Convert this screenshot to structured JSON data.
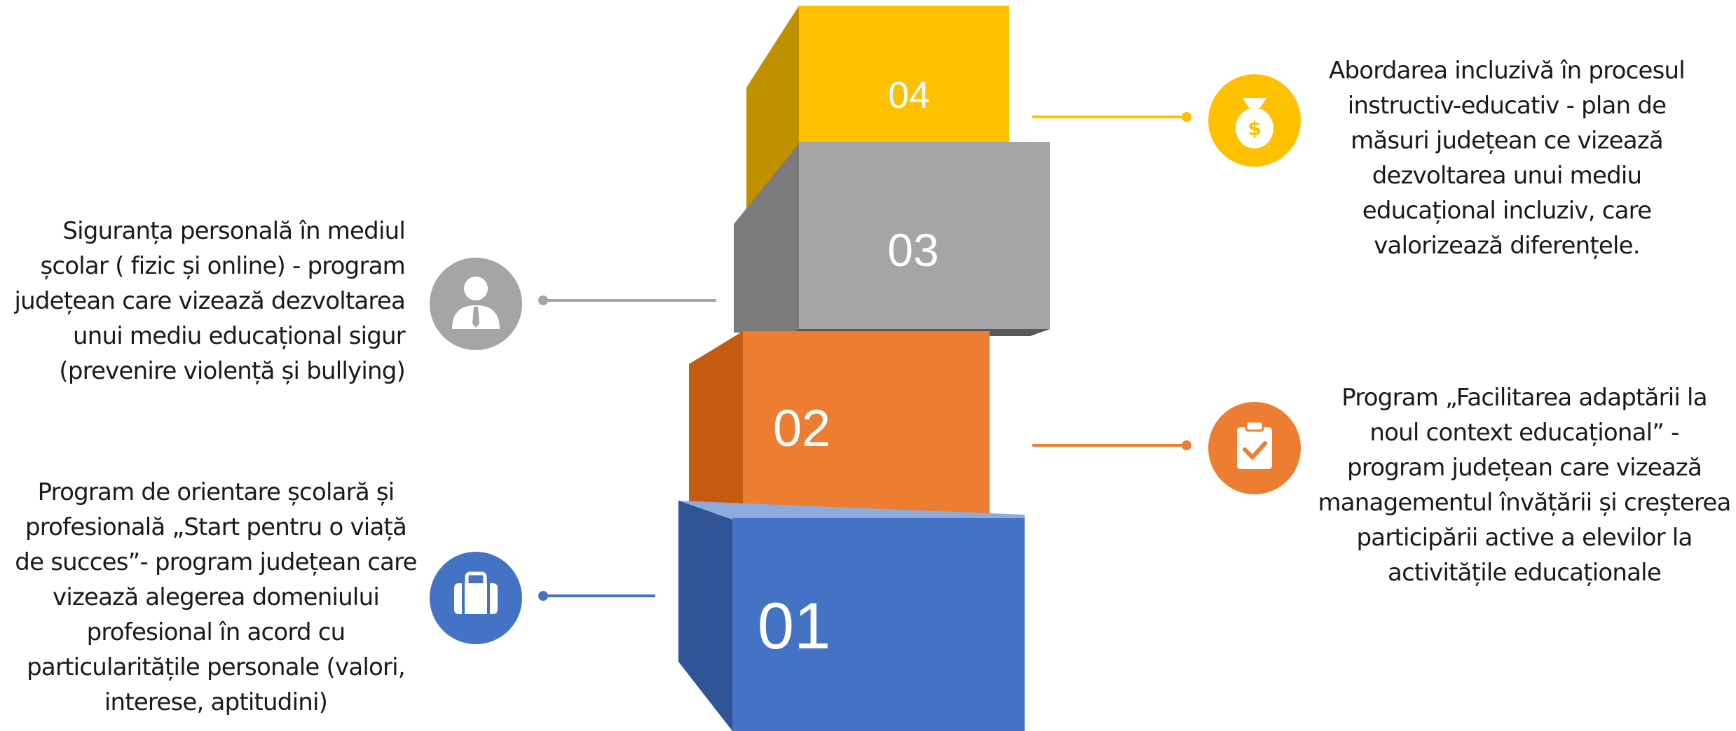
{
  "colors": {
    "blue": "#4472c4",
    "orange": "#ed7d31",
    "gray": "#a5a5a5",
    "yellow": "#ffc000"
  },
  "steps": [
    {
      "number": "01",
      "icon": "briefcase-icon",
      "color": "#4472c4",
      "text": "Program de orientare școlară și profesională „Start pentru o viață de succes”- program județean care vizează alegerea domeniului profesional în acord cu particularitățile personale (valori, interese, aptitudini)"
    },
    {
      "number": "02",
      "icon": "clipboard-check-icon",
      "color": "#ed7d31",
      "text": "Program „Facilitarea adaptării la noul context educațional” - program județean care vizează managementul învățării și creșterea participării active a elevilor la activitățile educaționale"
    },
    {
      "number": "03",
      "icon": "person-icon",
      "color": "#a5a5a5",
      "text": "Siguranța personală în mediul școlar ( fizic și online) - program județean care vizează dezvoltarea unui mediu educațional sigur (prevenire violență și bullying)"
    },
    {
      "number": "04",
      "icon": "money-bag-icon",
      "color": "#ffc000",
      "text": "Abordarea incluzivă în procesul instructiv-educativ - plan de măsuri județean ce vizează dezvoltarea unui mediu educațional incluziv, care valorizează diferențele."
    }
  ]
}
